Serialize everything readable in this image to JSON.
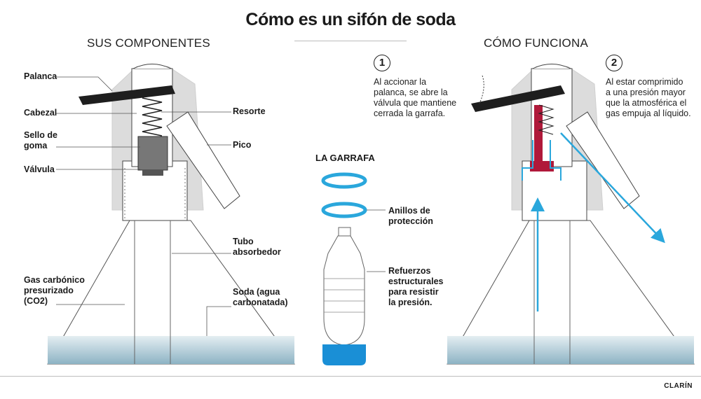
{
  "title": "Cómo es un sifón de soda",
  "left_section": {
    "heading": "SUS COMPONENTES",
    "labels": {
      "palanca": "Palanca",
      "cabezal": "Cabezal",
      "sello": [
        "Sello de",
        "goma"
      ],
      "valvula": "Válvula",
      "resorte": "Resorte",
      "pico": "Pico",
      "tubo": [
        "Tubo",
        "absorbedor"
      ],
      "gas": [
        "Gas carbónico",
        "presurizado",
        "(CO2)"
      ],
      "soda": [
        "Soda (agua",
        "carbonatada)"
      ]
    }
  },
  "middle_section": {
    "heading": "LA GARRAFA",
    "labels": {
      "anillos": [
        "Anillos de",
        "protección"
      ],
      "refuerzos": [
        "Refuerzos",
        "estructurales",
        "para resistir",
        "la presión."
      ]
    }
  },
  "right_section": {
    "heading": "CÓMO FUNCIONA",
    "steps": [
      {
        "number": "1",
        "lines": [
          "Al accionar la",
          "palanca, se abre la",
          "válvula que mantiene",
          "cerrada la garrafa."
        ]
      },
      {
        "number": "2",
        "lines": [
          "Al estar comprimido",
          "a una presión mayor",
          "que la atmosférica el",
          "gas empuja al líquido."
        ]
      }
    ]
  },
  "credit": "CLARÍN",
  "colors": {
    "head_gray": "#d9d9d9",
    "lever": "#1e1e1e",
    "flow_blue": "#2aa7dc",
    "valve_red": "#b0193a",
    "liquid_top": "#dde9ee",
    "liquid_bottom": "#8fb4c4",
    "ring_blue": "#2aa7dc",
    "bottle_fill": "#1a8fd6"
  }
}
